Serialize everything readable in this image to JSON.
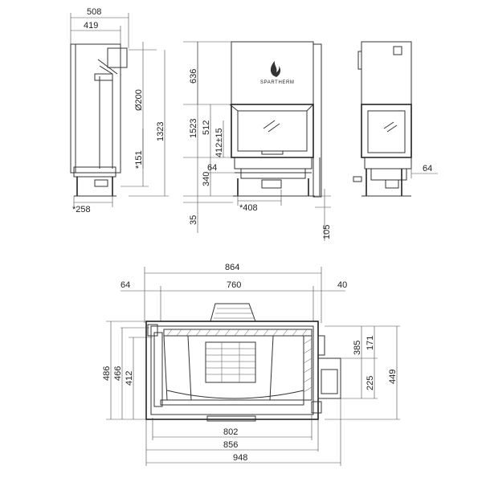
{
  "brand": "SPARTHERM",
  "side_view": {
    "width_total": "508",
    "width_inner": "419",
    "diameter": "Ø200",
    "height_total": "1323",
    "height_small": "*151",
    "depth_bottom": "*258"
  },
  "front_view": {
    "top": "636",
    "total": "1523",
    "window": "512",
    "lift": "412±15",
    "offset": "64",
    "base": "340",
    "leg": "35",
    "inlet": "*408",
    "floor": "105"
  },
  "right_view": {
    "offset": "64"
  },
  "plan_view": {
    "total_top": "864",
    "glass_top": "760",
    "left_offset": "64",
    "right_offset": "40",
    "depth_outer": "486",
    "depth_mid": "466",
    "depth_inner": "412",
    "right_385": "385",
    "right_171": "171",
    "right_225": "225",
    "right_449": "449",
    "bottom_802": "802",
    "bottom_856": "856",
    "bottom_948": "948"
  }
}
